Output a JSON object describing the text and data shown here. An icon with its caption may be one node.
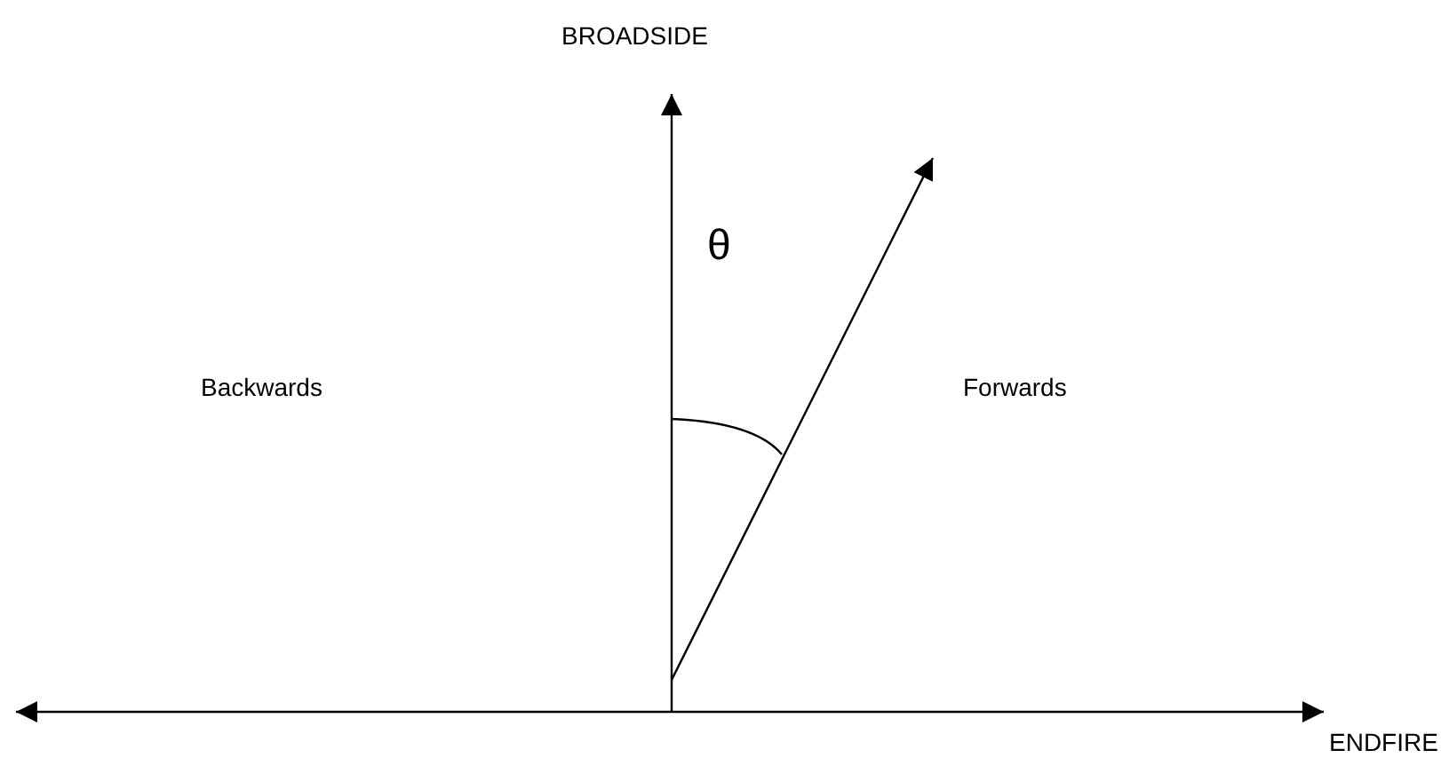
{
  "diagram": {
    "labels": [
      "BROADSIDE",
      "θ",
      "Backwards",
      "Forwards",
      "ENDFIRE"
    ]
  }
}
